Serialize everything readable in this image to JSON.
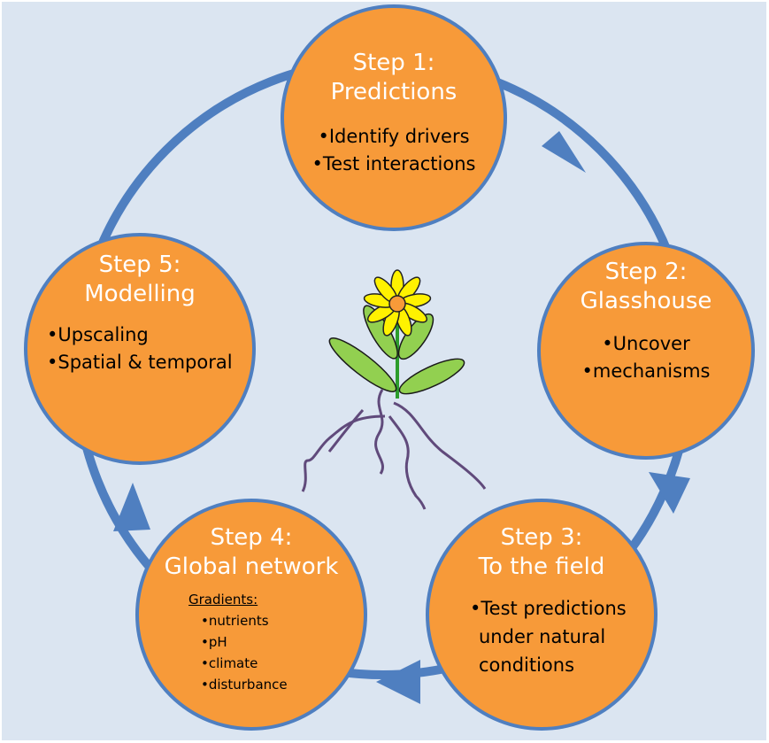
{
  "steps": [
    {
      "title": "Step 1:",
      "subtitle": "Predictions",
      "bullets": [
        "Identify drivers",
        "Test interactions"
      ]
    },
    {
      "title": "Step 2:",
      "subtitle": "Glasshouse",
      "bullets": [
        "Uncover",
        "mechanisms"
      ]
    },
    {
      "title": "Step 3:",
      "subtitle": "To the field",
      "bullets": [
        "Test predictions",
        "under natural",
        "conditions"
      ]
    },
    {
      "title": "Step 4:",
      "subtitle": "Global network",
      "gradients_label": "Gradients:",
      "gradients": [
        "nutrients",
        "pH",
        "climate",
        "disturbance"
      ]
    },
    {
      "title": "Step 5:",
      "subtitle": "Modelling",
      "bullets": [
        "Upscaling",
        "Spatial & temporal"
      ]
    }
  ],
  "colors": {
    "background": "#dbe5f1",
    "circle_fill": "#f79a39",
    "circle_border": "#4f7fc0",
    "cycle": "#4f7fc0",
    "petal": "#fff200",
    "flower_center": "#f79a39",
    "leaf": "#92d050",
    "root": "#604a7b"
  },
  "icons": [
    "flower-icon",
    "arrow-icon"
  ]
}
